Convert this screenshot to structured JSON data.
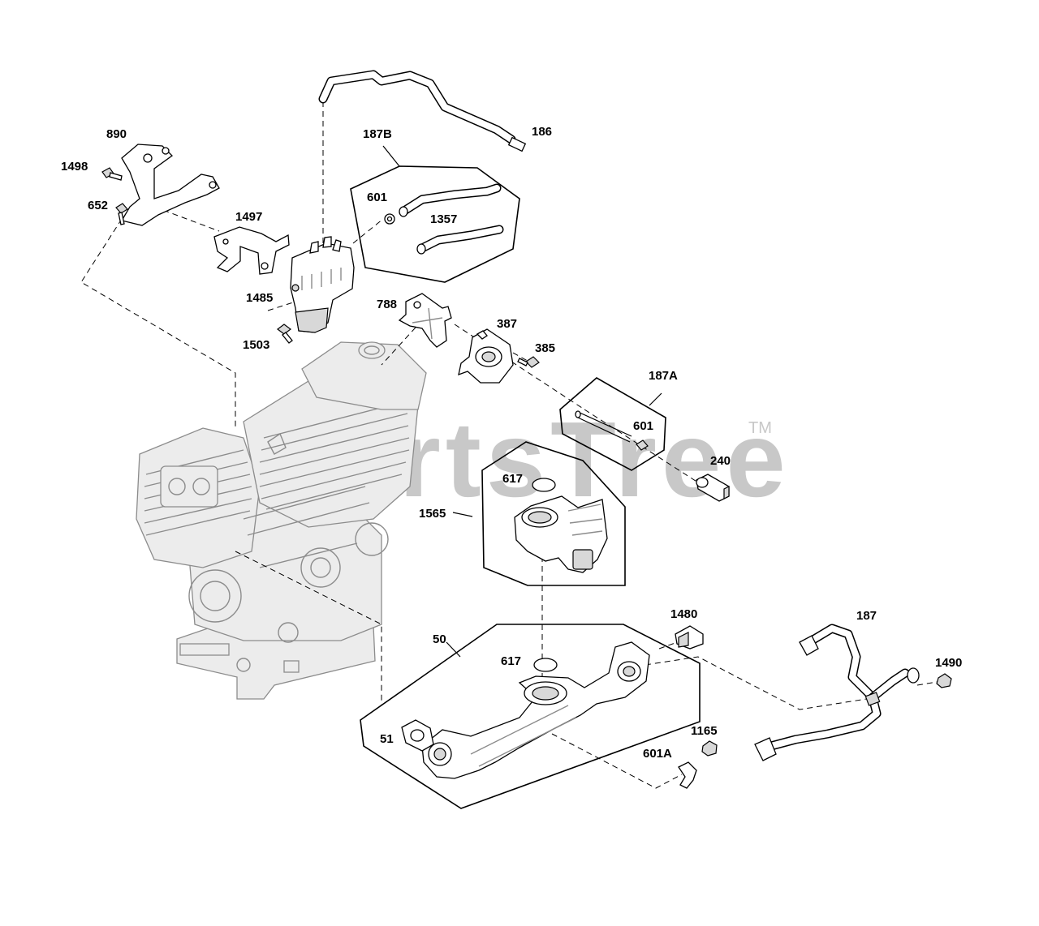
{
  "watermark": {
    "text": "PartsTree",
    "trademark": "TM",
    "color": "#c8c8c8"
  },
  "labels": {
    "p890": "890",
    "p1498": "1498",
    "p652": "652",
    "p1497": "1497",
    "p1485": "1485",
    "p1503": "1503",
    "p187B": "187B",
    "p186": "186",
    "p601_top": "601",
    "p1357": "1357",
    "p788": "788",
    "p387": "387",
    "p385": "385",
    "p187A": "187A",
    "p601_mid": "601",
    "p240": "240",
    "p617_top": "617",
    "p1565": "1565",
    "p1480": "1480",
    "p187": "187",
    "p50": "50",
    "p617_bot": "617",
    "p1490": "1490",
    "p51": "51",
    "p1165": "1165",
    "p601A": "601A"
  },
  "colors": {
    "line": "#000000",
    "engine": "#8c8c8c",
    "background": "#ffffff"
  }
}
